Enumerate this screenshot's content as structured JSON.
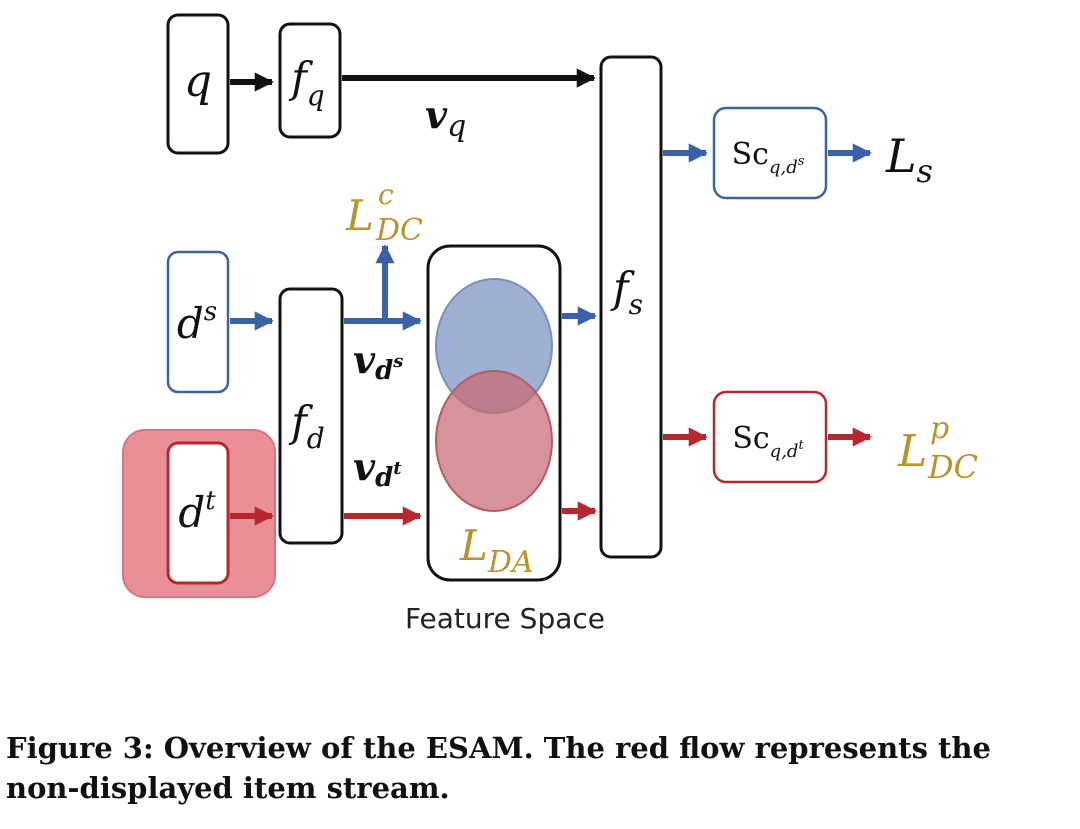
{
  "diagram": {
    "nodes": {
      "q": {
        "base": "q"
      },
      "fq": {
        "base": "f",
        "sub": "q"
      },
      "fs": {
        "base": "f",
        "sub": "s"
      },
      "fd": {
        "base": "f",
        "sub": "d"
      },
      "ds": {
        "base": "d",
        "sup": "s"
      },
      "dt": {
        "base": "d",
        "sup": "t"
      },
      "sc_s": {
        "base": "Sc",
        "sub": "q,d",
        "subsup": "s"
      },
      "sc_t": {
        "base": "Sc",
        "sub": "q,d",
        "subsup": "t"
      }
    },
    "labels": {
      "vq": {
        "base": "v",
        "sub": "q"
      },
      "vds": {
        "base": "v",
        "sub": "d",
        "subsup": "s"
      },
      "vdt": {
        "base": "v",
        "sub": "d",
        "subsup": "t"
      },
      "ls": {
        "base": "L",
        "sub": "s"
      },
      "ldc_c": {
        "base": "L",
        "sup": "c",
        "sub": "DC"
      },
      "ldc_p": {
        "base": "L",
        "sup": "p",
        "sub": "DC"
      },
      "lda": {
        "base": "L",
        "sub": "DA"
      },
      "feature_space": "Feature Space"
    },
    "colors": {
      "black": "#111111",
      "blue": "#3a62a8",
      "red": "#b8272e",
      "gold": "#b9932b",
      "blue_fill": "#8da2c9",
      "red_fill": "#c86a72",
      "highlight": "#e88f98"
    }
  },
  "caption": {
    "line1": "Figure 3: Overview of the ESAM. The red flow represents the",
    "line2": "non-displayed item stream."
  }
}
